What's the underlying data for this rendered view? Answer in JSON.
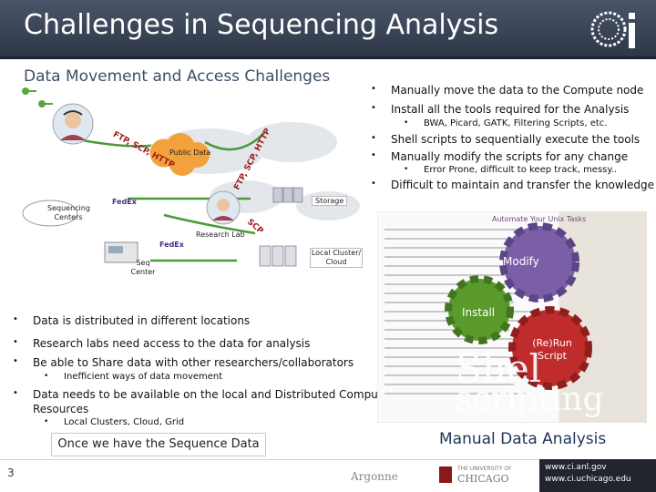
{
  "slide": {
    "title": "Challenges in Sequencing Analysis",
    "page_number": "3"
  },
  "left": {
    "heading": "Data Movement and Access Challenges",
    "diagram": {
      "public_data": "Public Data",
      "sequencing_centers": "Sequencing Centers",
      "research_lab": "Research Lab",
      "seq_center": "Seq Center",
      "storage": "Storage",
      "local_cluster": "Local Cluster/ Cloud",
      "proto_left": "FTP, SCP, HTTP",
      "proto_right": "FTP, SCP, HTTP",
      "proto_scp": "SCP"
    },
    "bullets": [
      "Data is distributed in different locations",
      "Research labs need access to the data for analysis",
      "Be able to Share data with other researchers/collaborators",
      "Data needs to be available on the local and Distributed Compute",
      "Resources"
    ],
    "sub_bullets": [
      "Inefficient ways of data movement",
      "Local Clusters, Cloud, Grid"
    ],
    "callout": "Once we have the Sequence Data"
  },
  "right": {
    "bullets": [
      "Manually move the data to the Compute node",
      "Install all the tools required for the Analysis",
      "Shell scripts to sequentially execute the tools",
      "Manually modify the scripts for any change",
      "Difficult to maintain and transfer the knowledge"
    ],
    "sub_bullets": [
      "BWA, Picard, GATK, Filtering Scripts, etc.",
      "Error Prone, difficult to keep track, messy.."
    ],
    "gears": {
      "modify": "Modify",
      "install": "Install",
      "rerun": "(Re)Run Script"
    },
    "book_title_fragment": "Automate Your Unix Tasks",
    "book_word1": "Shel",
    "book_word2": "scripting",
    "caption": "Manual Data Analysis"
  },
  "footer": {
    "argonne": "Argonne",
    "uchicago_line1": "THE UNIVERSITY OF",
    "uchicago_line2": "CHICAGO",
    "url1": "www.ci.anl.gov",
    "url2": "www.ci.uchicago.edu"
  },
  "colors": {
    "banner": "#3a4556",
    "gear_purple": "#7a5fa8",
    "gear_green": "#5a9a2a",
    "gear_red": "#c02c2c",
    "caption": "#1d3557"
  }
}
